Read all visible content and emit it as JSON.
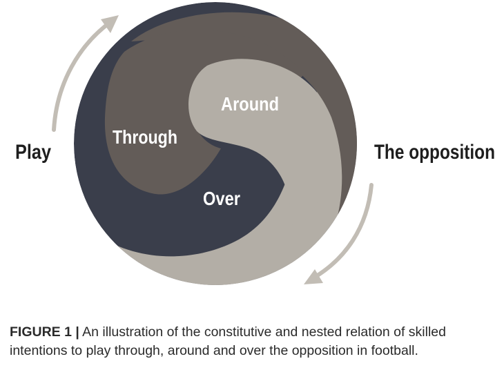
{
  "diagram": {
    "labels": {
      "left": "Play",
      "right": "The opposition",
      "through": "Through",
      "around": "Around",
      "over": "Over"
    },
    "colors": {
      "dark": "#3a3e4b",
      "mid": "#635c58",
      "light": "#b3aea6",
      "arrow": "#c2bdb5",
      "label_dark": "#1e1e1e",
      "label_light": "#ffffff"
    }
  },
  "caption": {
    "label": "FIGURE 1 |",
    "text": "An illustration of the constitutive and nested relation of skilled intentions to play through, around and over the opposition in football."
  }
}
